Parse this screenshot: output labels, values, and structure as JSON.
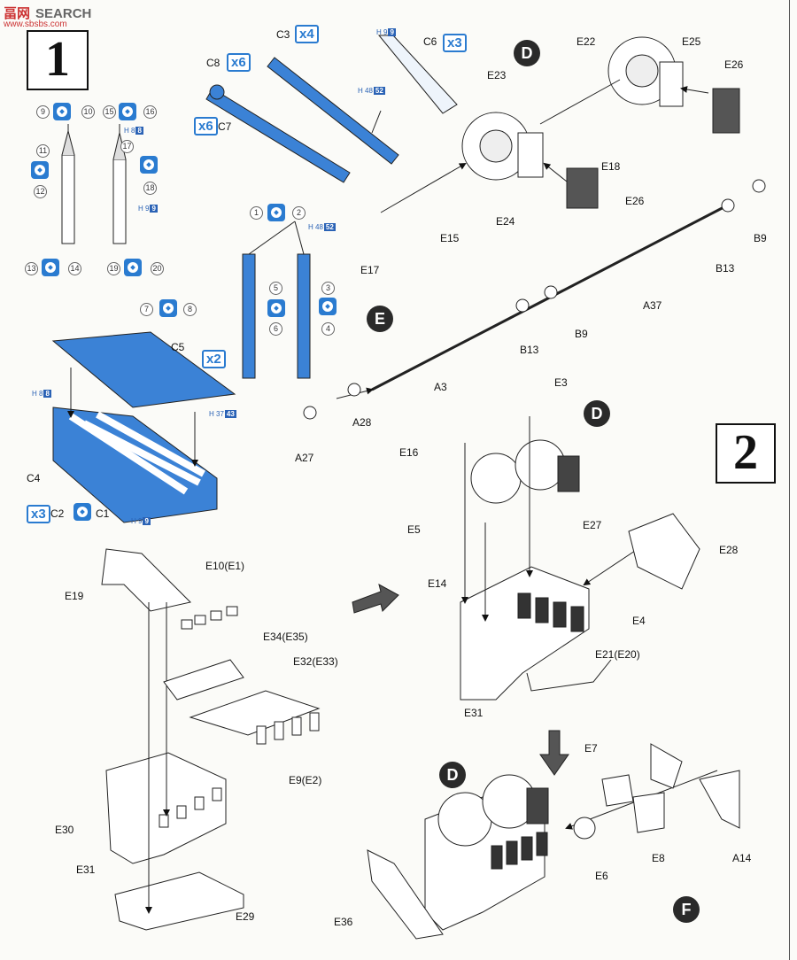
{
  "watermark": {
    "logo_cn": "畐",
    "logo_part": "网",
    "search": "SEARCH",
    "url": "www.sbsbs.com"
  },
  "steps": {
    "one": "1",
    "two": "2"
  },
  "subassemblies": {
    "D1": "D",
    "D2": "D",
    "D3": "D",
    "E": "E",
    "F": "F"
  },
  "quantities": {
    "c3": "x4",
    "c6": "x3",
    "c8": "x6",
    "c7": "x6",
    "c5": "x2",
    "c2": "x3"
  },
  "colors": {
    "blue_part": "#3b82d6",
    "accent": "#2a7bd0",
    "ink": "#111111"
  },
  "mini_refs": {
    "c6": "H 9",
    "c6b": "9",
    "c3": "H 48",
    "c3b": "52",
    "r17": "H 8",
    "r17b": "8",
    "r18": "H 9",
    "r18b": "9",
    "pole": "H 48",
    "poleb": "52",
    "c4": "H 8",
    "c4b": "8",
    "c5": "H 37",
    "c5b": "43",
    "c1": "H 9",
    "c1b": "9"
  },
  "labels": {
    "C3": "C3",
    "C6": "C6",
    "C8": "C8",
    "C7": "C7",
    "C5": "C5",
    "C4": "C4",
    "C2": "C2",
    "C1": "C1",
    "E22": "E22",
    "E25": "E25",
    "E23": "E23",
    "E26a": "E26",
    "E26b": "E26",
    "E18": "E18",
    "E24": "E24",
    "E15": "E15",
    "E17": "E17",
    "B9a": "B9",
    "B13a": "B13",
    "A37": "A37",
    "B13b": "B13",
    "B9b": "B9",
    "A3": "A3",
    "A28": "A28",
    "A27": "A27",
    "E3": "E3",
    "E16": "E16",
    "E5": "E5",
    "E27": "E27",
    "E14": "E14",
    "E28": "E28",
    "E4": "E4",
    "E21": "E21(E20)",
    "E31a": "E31",
    "E19": "E19",
    "E10": "E10(E1)",
    "E34": "E34(E35)",
    "E32": "E32(E33)",
    "E9": "E9(E2)",
    "E30": "E30",
    "E31b": "E31",
    "E29": "E29",
    "E7": "E7",
    "E8": "E8",
    "E6": "E6",
    "A14": "A14",
    "E36": "E36"
  },
  "nums": [
    "9",
    "10",
    "11",
    "12",
    "13",
    "14",
    "15",
    "16",
    "17",
    "18",
    "19",
    "20",
    "1",
    "2",
    "5",
    "6",
    "3",
    "4",
    "7",
    "8"
  ]
}
